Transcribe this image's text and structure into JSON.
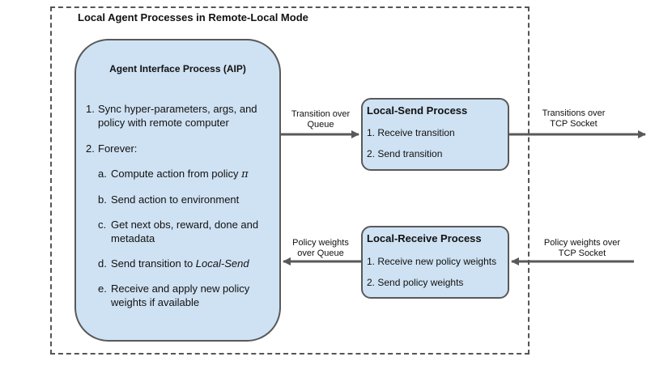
{
  "frame": {
    "title": "Local Agent Processes in Remote-Local Mode"
  },
  "aip": {
    "title": "Agent Interface Process (AIP)",
    "step1": {
      "num": "1.",
      "text": "Sync hyper-parameters, args, and policy with remote computer"
    },
    "step2": {
      "num": "2.",
      "text": "Forever:"
    },
    "substeps": {
      "a": {
        "num": "a.",
        "text": "Compute action from policy ",
        "symbol": "π"
      },
      "b": {
        "num": "b.",
        "text": "Send action to environment"
      },
      "c": {
        "num": "c.",
        "text": "Get next obs, reward, done and metadata"
      },
      "d": {
        "num": "d.",
        "text": "Send transition to ",
        "target": "Local-Send"
      },
      "e": {
        "num": "e.",
        "text": "Receive and apply new policy weights if available"
      }
    }
  },
  "local_send": {
    "title": "Local-Send Process",
    "items": [
      "1. Receive transition",
      "2. Send transition"
    ]
  },
  "local_receive": {
    "title": "Local-Receive Process",
    "items": [
      "1. Receive new policy weights",
      "2. Send policy weights"
    ]
  },
  "edges": {
    "transition_queue": [
      "Transition over",
      "Queue"
    ],
    "transitions_tcp": [
      "Transitions over",
      "TCP Socket"
    ],
    "weights_queue": [
      "Policy weights",
      "over Queue"
    ],
    "weights_tcp": [
      "Policy weights over",
      "TCP Socket"
    ]
  }
}
